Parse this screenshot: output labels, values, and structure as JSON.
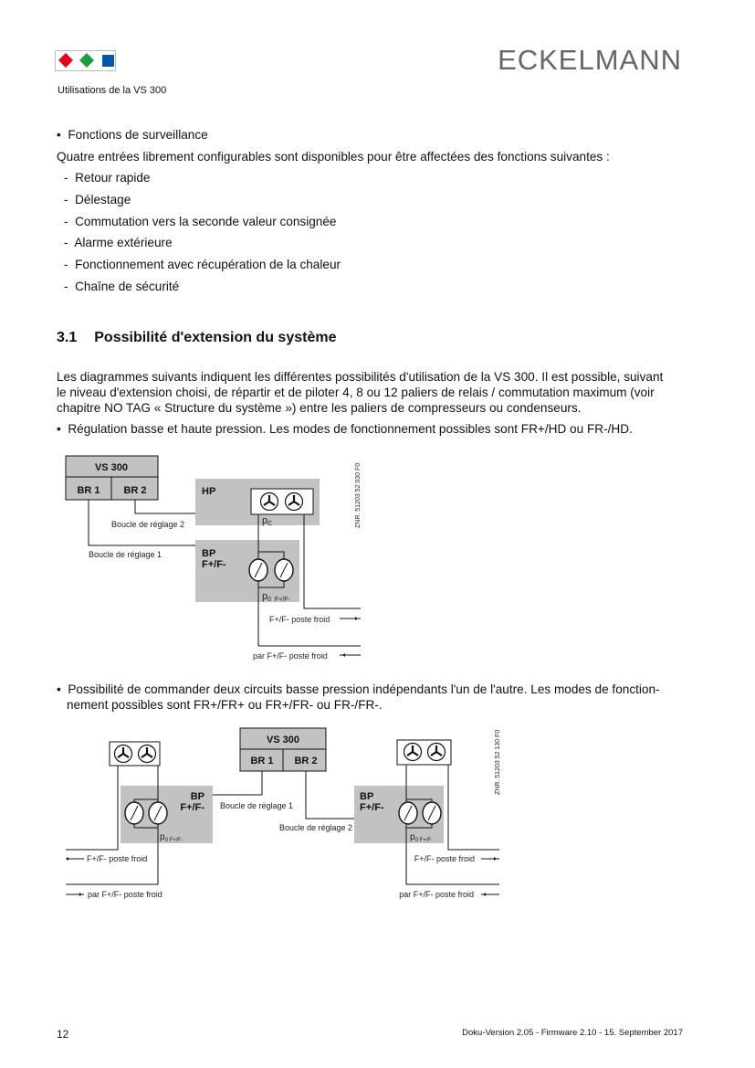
{
  "header": {
    "brand": "ECKELMANN",
    "subtitle": "Utilisations de la VS 300",
    "logo_colors": [
      "#e2001a",
      "#1a9e3e",
      "#0058a8"
    ]
  },
  "intro": {
    "bullet": "Fonctions de surveillance",
    "lead": "Quatre entrées librement configurables sont disponibles pour être affectées des fonctions suivantes :",
    "items": [
      "Retour rapide",
      "Délestage",
      "Commutation vers la seconde valeur consignée",
      "Alarme extérieure",
      "Fonctionnement avec récupération de la chaleur",
      "Chaîne de sécurité"
    ]
  },
  "section": {
    "number": "3.1",
    "title": "Possibilité d'extension du système",
    "para": [
      "Les diagrammes suivants indiquent les différentes possibilités d'utilisation de la VS 300. Il est possible, suivant",
      "le niveau d'extension choisi, de répartir et de piloter 4, 8 ou 12 paliers de relais / commutation maximum (voir",
      "chapitre NO TAG « Structure du système ») entre les paliers de compresseurs ou condenseurs."
    ],
    "bullet1": "Régulation basse et haute pression. Les modes de fonctionnement possibles sont FR+/HD ou FR-/HD.",
    "bullet2": [
      "Possibilité de commander deux circuits basse pression indépendants l'un de l'autre. Les modes de fonction-",
      "nement possibles sont FR+/FR+ ou FR+/FR- ou FR-/FR-."
    ]
  },
  "diagram1": {
    "vs": "VS 300",
    "br1": "BR 1",
    "br2": "BR 2",
    "hp": "HP",
    "bp": "BP",
    "bpmode": "F+/F-",
    "pc": "p",
    "pc_sub": "C",
    "p0": "p",
    "p0_sub": "0  F+/F-",
    "loop2": "Boucle de réglage 2",
    "loop1": "Boucle de réglage 1",
    "out1": "F+/F- poste froid",
    "out2": "par F+/F- poste froid",
    "ref": "ZNR. 51203 52 030 F0"
  },
  "diagram2": {
    "vs": "VS 300",
    "br1": "BR 1",
    "br2": "BR 2",
    "bp": "BP",
    "bpmode": "F+/F-",
    "p0": "p",
    "p0_sub": "0 F+/F-",
    "loop1": "Boucle de réglage 1",
    "loop2": "Boucle de réglage 2",
    "out1": "F+/F- poste froid",
    "out2": "par F+/F- poste froid",
    "ref": "ZNR. 51203 52 130 F0"
  },
  "footer": {
    "page": "12",
    "version": "Doku-Version 2.05 - Firmware 2.10 - 15. September 2017"
  }
}
